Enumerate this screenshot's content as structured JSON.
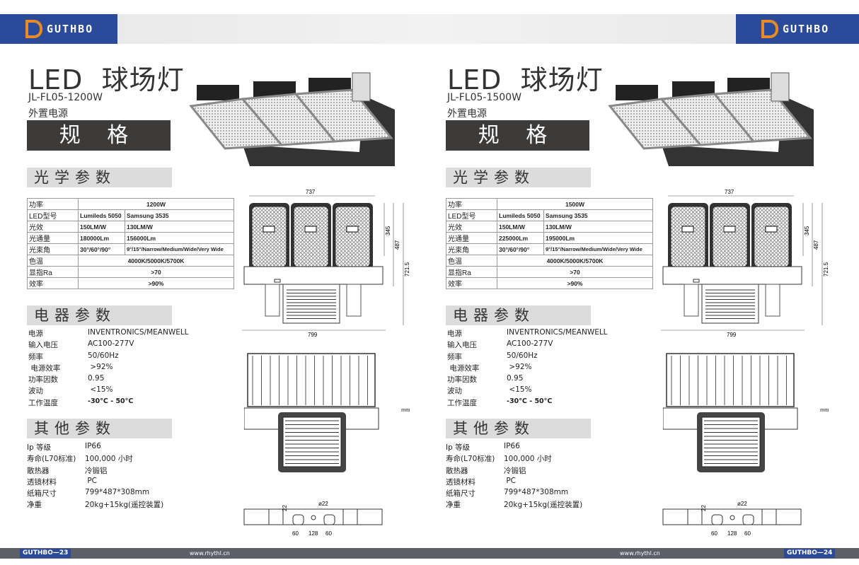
{
  "brand": "GUTHBO",
  "colors": {
    "brand_blue": "#2b4a9a",
    "logo_orange": "#e88a2a",
    "spec_box": "#3d3a3a",
    "section_bar": "#dcdcdc",
    "footer": "#5c5f68"
  },
  "footer": {
    "left_page": "GUTHBO—23",
    "right_page": "GUTHBO—24",
    "url": "www.rhythl.cn"
  },
  "units": "mm",
  "dimensions": {
    "width_top": "737",
    "width_bottom": "799",
    "h1": "345",
    "h2": "487",
    "h3": "721.5",
    "hole": "ø22",
    "gap": "22",
    "b1": "60",
    "b2": "128",
    "b3": "60"
  },
  "pages": [
    {
      "title": "LED  球场灯",
      "model": "JL-FL05-1200W",
      "psu": "外置电源",
      "spec_label": "规 格",
      "optical_title": "光学参数",
      "electrical_title": "电器参数",
      "other_title": "其他参数",
      "optical": {
        "power_label": "功率",
        "power": "1200W",
        "led_label": "LED型号",
        "led": [
          "Lumileds 5050",
          "Samsung 3535"
        ],
        "eff_label": "光效",
        "eff": [
          "150LM/W",
          "130LM/W"
        ],
        "flux_label": "光通量",
        "flux": [
          "180000Lm",
          "156000Lm"
        ],
        "beam_label": "光束角",
        "beam": [
          "30°/60°/90°",
          "9°/15°/Narrow/Medium/Wide/Very Wide"
        ],
        "cct_label": "色温",
        "cct": "4000K/5000K/5700K",
        "cri_label": "显指Ra",
        "cri": ">70",
        "efficiency_label": "效率",
        "efficiency": ">90%"
      },
      "electrical": [
        [
          "电源",
          "INVENTRONICS/MEANWELL"
        ],
        [
          "输入电压",
          "AC100-277V"
        ],
        [
          "频率",
          "50/60Hz"
        ],
        [
          " 电源效率",
          " >92%"
        ],
        [
          "功率因数",
          "0.95"
        ],
        [
          "波动",
          " <15%"
        ],
        [
          "工作温度",
          "-30°C - 50°C"
        ]
      ],
      "other": [
        [
          "Ip 等级",
          "IP66"
        ],
        [
          "寿命(L70标准)",
          "100,000 小时"
        ],
        [
          "散热器",
          "冷锻铝"
        ],
        [
          "透镜材料",
          " PC"
        ],
        [
          "纸箱尺寸",
          "799*487*308mm"
        ],
        [
          "净重",
          "20kg+15kg(遥控装置)"
        ]
      ]
    },
    {
      "title": "LED  球场灯",
      "model": "JL-FL05-1500W",
      "psu": "外置电源",
      "spec_label": "规 格",
      "optical_title": "光学参数",
      "electrical_title": "电器参数",
      "other_title": "其他参数",
      "optical": {
        "power_label": "功率",
        "power": "1500W",
        "led_label": "LED型号",
        "led": [
          "Lumileds 5050",
          "Samsung 3535"
        ],
        "eff_label": "光效",
        "eff": [
          "150LM/W",
          "130LM/W"
        ],
        "flux_label": "光通量",
        "flux": [
          "225000Lm",
          "195000Lm"
        ],
        "beam_label": "光束角",
        "beam": [
          "30°/60°/90°",
          "9°/15°/Narrow/Medium/Wide/Very Wide"
        ],
        "cct_label": "色温",
        "cct": "4000K/5000K/5700K",
        "cri_label": "显指Ra",
        "cri": ">70",
        "efficiency_label": "效率",
        "efficiency": ">90%"
      },
      "electrical": [
        [
          "电源",
          "INVENTRONICS/MEANWELL"
        ],
        [
          "输入电压",
          "AC100-277V"
        ],
        [
          "频率",
          "50/60Hz"
        ],
        [
          " 电源效率",
          " >92%"
        ],
        [
          "功率因数",
          "0.95"
        ],
        [
          "波动",
          " <15%"
        ],
        [
          "工作温度",
          "-30°C - 50°C"
        ]
      ],
      "other": [
        [
          "Ip 等级",
          "IP66"
        ],
        [
          "寿命(L70标准)",
          "100,000 小时"
        ],
        [
          "散热器",
          "冷锻铝"
        ],
        [
          "透镜材料",
          " PC"
        ],
        [
          "纸箱尺寸",
          "799*487*308mm"
        ],
        [
          "净重",
          "20kg+15kg(遥控装置)"
        ]
      ]
    }
  ]
}
